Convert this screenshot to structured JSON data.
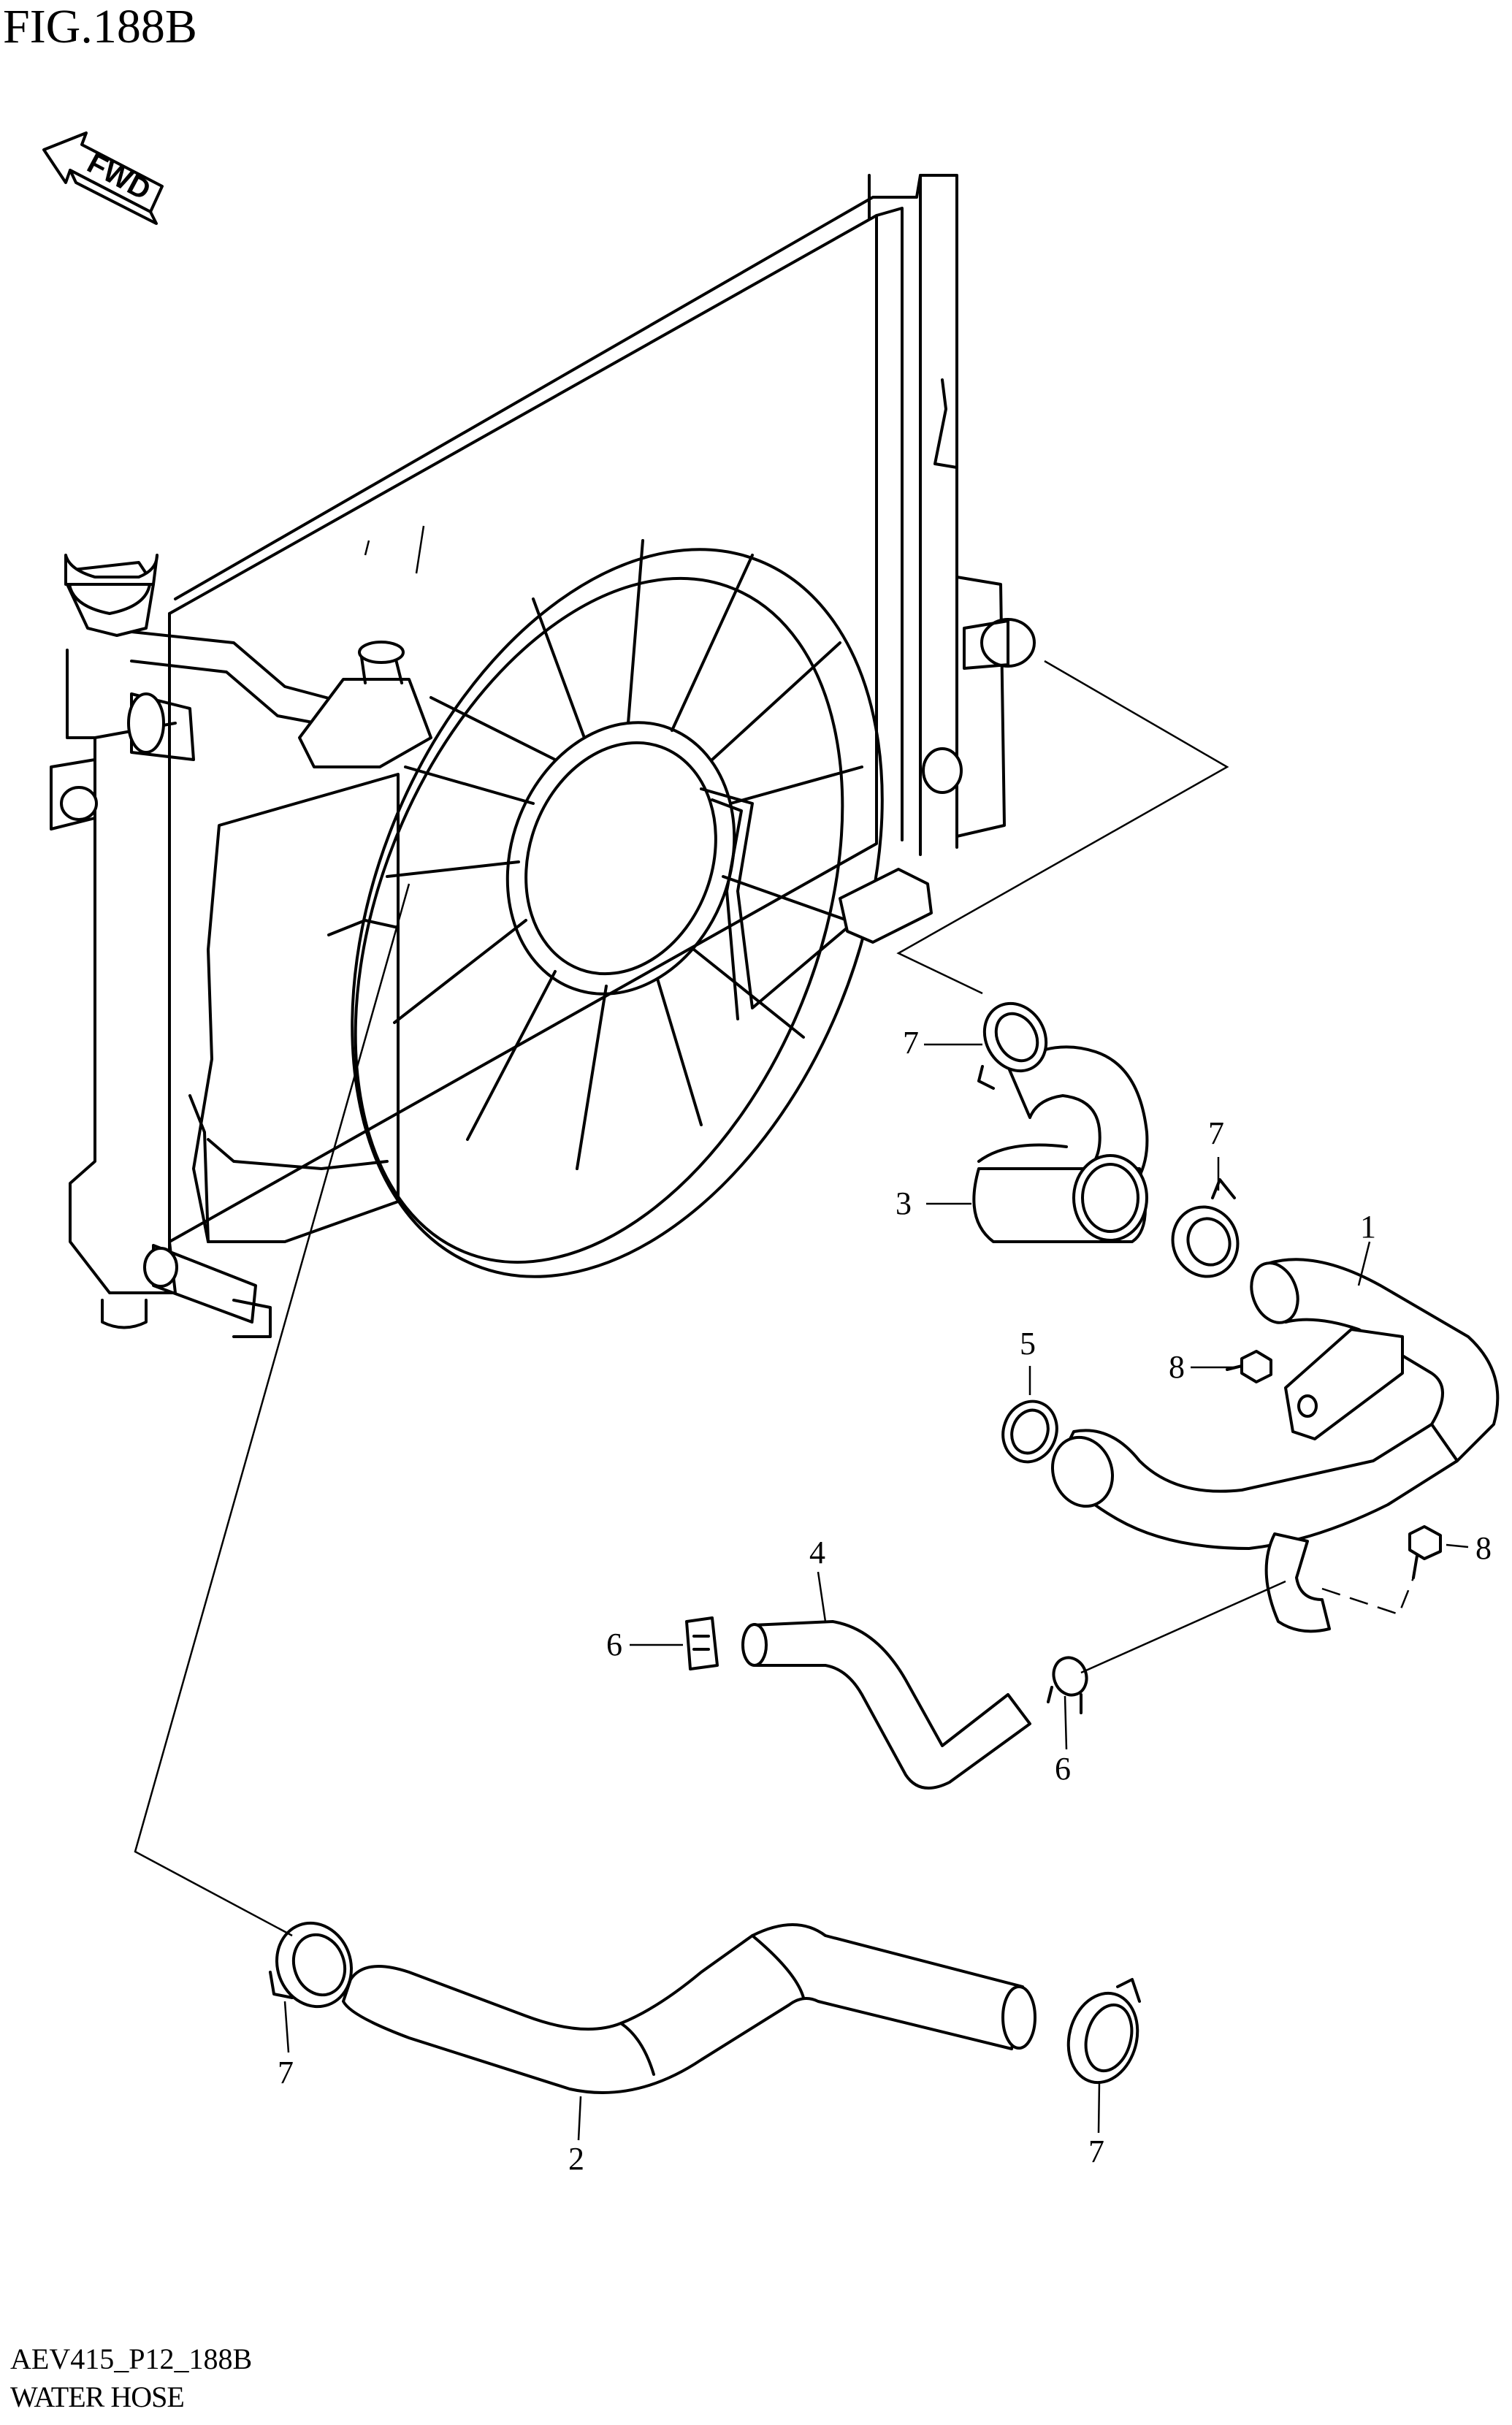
{
  "figure": {
    "title": "FIG.188B",
    "drawing_code": "AEV415_P12_188B",
    "section_name": "WATER HOSE",
    "direction_marker": "FWD"
  },
  "callouts": {
    "part_1": "1",
    "part_2": "2",
    "part_3": "3",
    "part_4": "4",
    "part_5": "5",
    "part_6_left": "6",
    "part_6_bottom": "6",
    "part_7_top": "7",
    "part_7_right": "7",
    "part_7_lower_left": "7",
    "part_7_lower_right": "7",
    "part_8_upper": "8",
    "part_8_lower": "8"
  }
}
